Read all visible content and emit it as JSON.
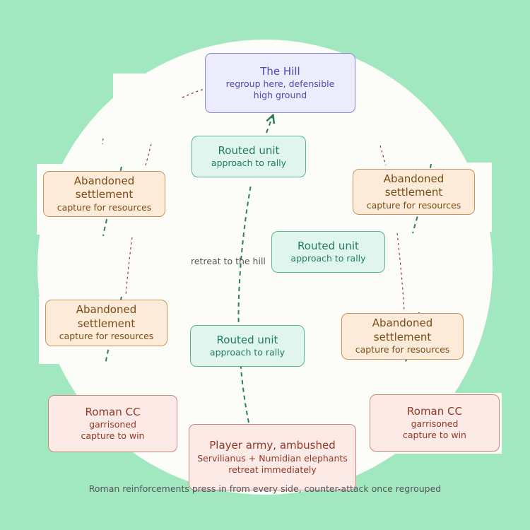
{
  "nodes": {
    "hill": {
      "title": "The Hill",
      "sub1": "regroup here, defensible",
      "sub2": "high ground"
    },
    "routed_top": {
      "title": "Routed unit",
      "sub1": "approach to rally"
    },
    "routed_mid": {
      "title": "Routed unit",
      "sub1": "approach to rally"
    },
    "routed_low": {
      "title": "Routed unit",
      "sub1": "approach to rally"
    },
    "settle_nw": {
      "title": "Abandoned settlement",
      "sub1": "capture for resources"
    },
    "settle_ne": {
      "title": "Abandoned settlement",
      "sub1": "capture for resources"
    },
    "settle_w": {
      "title": "Abandoned settlement",
      "sub1": "capture for resources"
    },
    "settle_e": {
      "title": "Abandoned settlement",
      "sub1": "capture for resources"
    },
    "roman_w": {
      "title": "Roman CC",
      "sub1": "garrisoned",
      "sub2": "capture to win"
    },
    "roman_e": {
      "title": "Roman CC",
      "sub1": "garrisoned",
      "sub2": "capture to win"
    },
    "army": {
      "title": "Player army, ambushed",
      "sub1": "Servilianus + Numidian elephants",
      "sub2": "retreat immediately"
    }
  },
  "labels": {
    "retreat": "retreat to the hill",
    "caption": "Roman reinforcements press in from every side, counter-attack once regrouped"
  },
  "colors": {
    "background": "#a1e8c0",
    "map": "#fcfcf8",
    "path_green": "#2e7d5b",
    "path_red": "#8b3a2a"
  }
}
